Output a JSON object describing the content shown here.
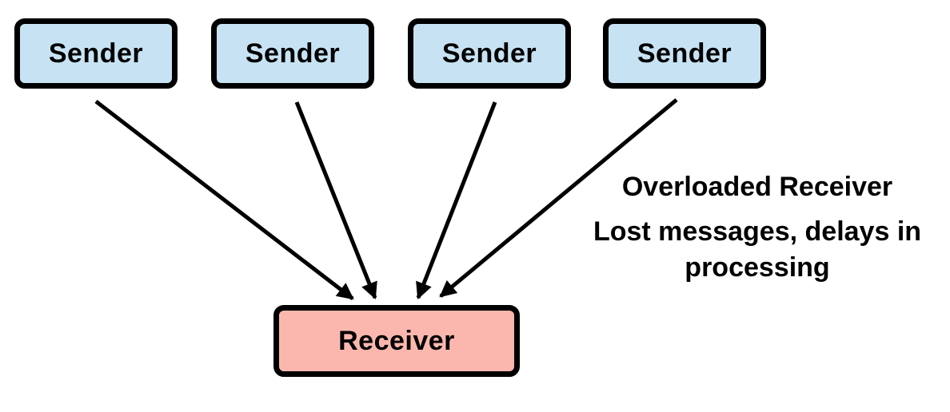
{
  "diagram": {
    "title_implied": "",
    "senders": [
      {
        "id": "sender-1",
        "label": "Sender"
      },
      {
        "id": "sender-2",
        "label": "Sender"
      },
      {
        "id": "sender-3",
        "label": "Sender"
      },
      {
        "id": "sender-4",
        "label": "Sender"
      }
    ],
    "receiver": {
      "id": "receiver",
      "label": "Receiver"
    },
    "edges": [
      {
        "from": "sender-1",
        "to": "receiver",
        "style": "arrow"
      },
      {
        "from": "sender-2",
        "to": "receiver",
        "style": "arrow"
      },
      {
        "from": "sender-3",
        "to": "receiver",
        "style": "arrow"
      },
      {
        "from": "sender-4",
        "to": "receiver",
        "style": "arrow"
      }
    ],
    "annotation": {
      "title": "Overloaded Receiver",
      "subtitle": "Lost messages, delays in processing"
    },
    "colors": {
      "sender_fill": "#C7E3F3",
      "receiver_fill": "#FBB7AE",
      "outline": "#000000",
      "arrow": "#000000",
      "text": "#000000",
      "background": "#FFFFFF"
    }
  }
}
